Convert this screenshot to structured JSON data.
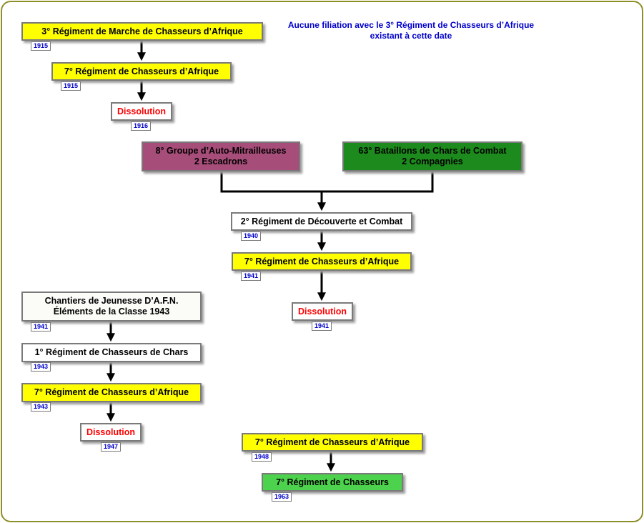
{
  "colors": {
    "frame_border": "#8f8f2a",
    "yellow": "#ffff00",
    "purple": "#a64d79",
    "dark_green": "#1c8a1c",
    "light_green": "#4dd24d",
    "dissolution_text": "#ff0000",
    "date_text": "#0000cc",
    "note_text": "#0000cc"
  },
  "note": {
    "line1": "Aucune filiation avec le 3° Régiment de Chasseurs d’Afrique",
    "line2": "existant à cette date"
  },
  "branch1": {
    "n1": {
      "label": "3° Régiment de Marche de Chasseurs d’Afrique",
      "date": "1915"
    },
    "n2": {
      "label": "7° Régiment de Chasseurs d’Afrique",
      "date": "1915"
    },
    "n3": {
      "label": "Dissolution",
      "date": "1916"
    }
  },
  "branch2": {
    "parent_a": {
      "line1": "8° Groupe d’Auto-Mitrailleuses",
      "line2": "2 Escadrons"
    },
    "parent_b": {
      "line1": "63° Bataillons de Chars de Combat",
      "line2": "2 Compagnies"
    },
    "n1": {
      "label": "2° Régiment de Découverte et Combat",
      "date": "1940"
    },
    "n2": {
      "label": "7° Régiment de Chasseurs d’Afrique",
      "date": "1941"
    },
    "n3": {
      "label": "Dissolution",
      "date": "1941"
    }
  },
  "branch3": {
    "n1": {
      "line1": "Chantiers de Jeunesse D’A.F.N.",
      "line2": "Éléments de la Classe 1943",
      "date": "1941"
    },
    "n2": {
      "label": "1° Régiment de Chasseurs de Chars",
      "date": "1943"
    },
    "n3": {
      "label": "7° Régiment de Chasseurs d’Afrique",
      "date": "1943"
    },
    "n4": {
      "label": "Dissolution",
      "date": "1947"
    }
  },
  "branch4": {
    "n1": {
      "label": "7° Régiment de Chasseurs d’Afrique",
      "date": "1948"
    },
    "n2": {
      "label": "7° Régiment de Chasseurs",
      "date": "1963"
    }
  }
}
